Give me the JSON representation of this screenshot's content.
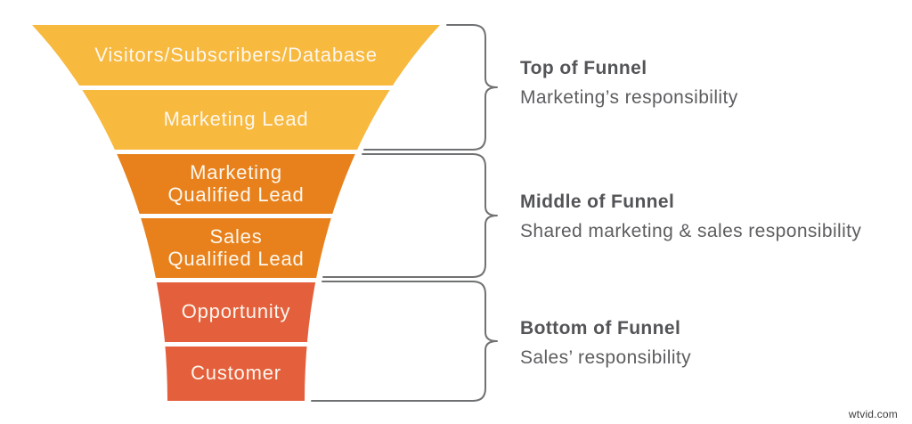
{
  "funnel": {
    "sections": [
      {
        "id": "visitors",
        "lines": [
          "Visitors/Subscribers/Database"
        ],
        "color": "#F7B93E"
      },
      {
        "id": "marketing-lead",
        "lines": [
          "Marketing Lead"
        ],
        "color": "#F7B93E"
      },
      {
        "id": "mql",
        "lines": [
          "Marketing",
          "Qualified Lead"
        ],
        "color": "#E8811C"
      },
      {
        "id": "sql",
        "lines": [
          "Sales",
          "Qualified Lead"
        ],
        "color": "#E8811C"
      },
      {
        "id": "opportunity",
        "lines": [
          "Opportunity"
        ],
        "color": "#E45F3C"
      },
      {
        "id": "customer",
        "lines": [
          "Customer"
        ],
        "color": "#E45F3C"
      }
    ],
    "label_color": "#FDF7EE"
  },
  "annotations": [
    {
      "title": "Top of Funnel",
      "description": "Marketing’s responsibility"
    },
    {
      "title": "Middle of Funnel",
      "description": "Shared marketing & sales responsibility"
    },
    {
      "title": "Bottom of Funnel",
      "description": "Sales’ responsibility"
    }
  ],
  "colors": {
    "stage_yellow": "#F7B93E",
    "stage_orange": "#E8811C",
    "stage_red": "#E45F3C",
    "brace_stroke": "#707173",
    "annotation_title": "#535457",
    "annotation_text": "#5D5E61"
  },
  "watermark": "wtvid.com"
}
